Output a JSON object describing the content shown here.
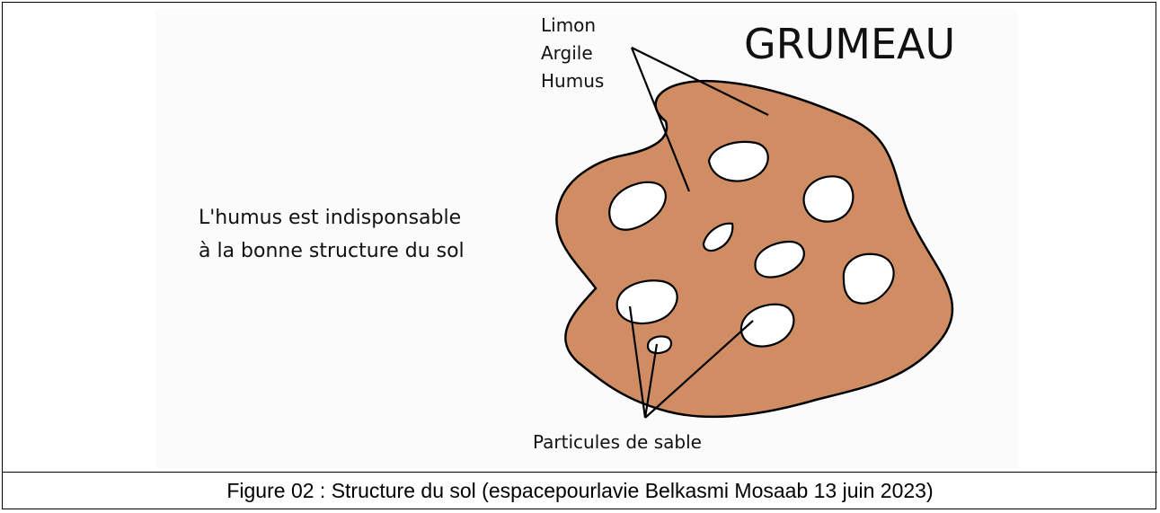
{
  "diagram": {
    "title": "GRUMEAU",
    "label_top_lines": [
      "Limon",
      "Argile",
      "Humus"
    ],
    "statement_lines": [
      "L'humus est indisponsable",
      "à la bonne structure du sol"
    ],
    "label_bottom": "Particules de sable",
    "colors": {
      "aggregate_fill": "#D08D63",
      "outline": "#000000",
      "particle_fill": "#FFFFFF"
    }
  },
  "caption": "Figure 02 : Structure du sol (espacepourlavie Belkasmi Mosaab 13 juin 2023)"
}
